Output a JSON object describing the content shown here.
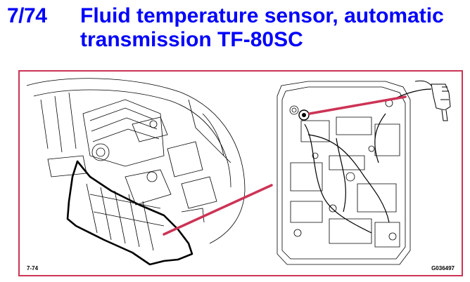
{
  "header": {
    "slide_number": "7/74",
    "title": "Fluid temperature sensor, automatic transmission TF-80SC"
  },
  "figure": {
    "ref_label": "7-74",
    "image_code": "G036497",
    "callout_color": "#cc3355",
    "frame_color": "#cc3355"
  },
  "colors": {
    "heading": "#0000ff",
    "background": "#ffffff"
  }
}
